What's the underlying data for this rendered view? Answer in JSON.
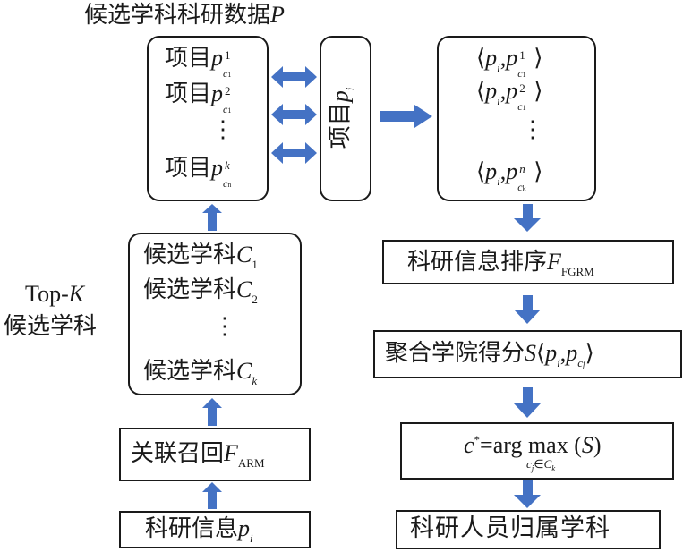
{
  "diagram": {
    "title": "候选学科科研数据",
    "title_var": "P",
    "candidate_projects": {
      "prefix": "项目",
      "items": [
        {
          "var": "p",
          "sup": "1",
          "sub_base": "c",
          "sub_index": "1"
        },
        {
          "var": "p",
          "sup": "2",
          "sub_base": "c",
          "sub_index": "1"
        },
        {
          "var": "p",
          "sup": "k",
          "sub_base": "c",
          "sub_index": "n"
        }
      ],
      "ellipsis": "⋮"
    },
    "project_pi": {
      "prefix": "项目",
      "var": "p",
      "sub": "i"
    },
    "pairs": {
      "items": [
        {
          "left": "p",
          "left_sub": "i",
          "right": "p",
          "sup": "1",
          "sub_base": "c",
          "sub_index": "1"
        },
        {
          "left": "p",
          "left_sub": "i",
          "right": "p",
          "sup": "2",
          "sub_base": "c",
          "sub_index": "1"
        },
        {
          "left": "p",
          "left_sub": "i",
          "right": "p",
          "sup": "n",
          "sub_base": "c",
          "sub_index": "k"
        }
      ],
      "ellipsis": "⋮",
      "open": "⟨",
      "close": "⟩",
      "comma": ","
    },
    "topk_label": {
      "line1_prefix": "Top-",
      "line1_var": "K",
      "line2": "候选学科"
    },
    "candidate_subjects": {
      "prefix": "候选学科",
      "var": "C",
      "items": [
        "1",
        "2",
        "k"
      ],
      "ellipsis": "⋮"
    },
    "association_recall": {
      "label": "关联召回",
      "var": "F",
      "sub": "ARM"
    },
    "research_info": {
      "label": "科研信息",
      "var": "p",
      "sub": "i"
    },
    "ranking": {
      "label": "科研信息排序",
      "var": "F",
      "sub": "FGRM"
    },
    "aggregate": {
      "label": "聚合学院得分",
      "var": "S",
      "open": "⟨",
      "p1": "p",
      "p1_sub": "i",
      "comma": ",",
      "p2": "p",
      "p2_sub": "c",
      "p2_subsub": "f",
      "close": "⟩"
    },
    "argmax": {
      "lhs": "c",
      "lhs_sup": "*",
      "eq": "=arg max (",
      "var": "S",
      "close": ")",
      "under_c": "c",
      "under_j": "j",
      "under_in": "∈",
      "under_C": "C",
      "under_k": "k"
    },
    "result": {
      "label": "科研人员归属学科"
    },
    "colors": {
      "arrow": "#4472c4",
      "border": "#1a1a1a"
    }
  }
}
